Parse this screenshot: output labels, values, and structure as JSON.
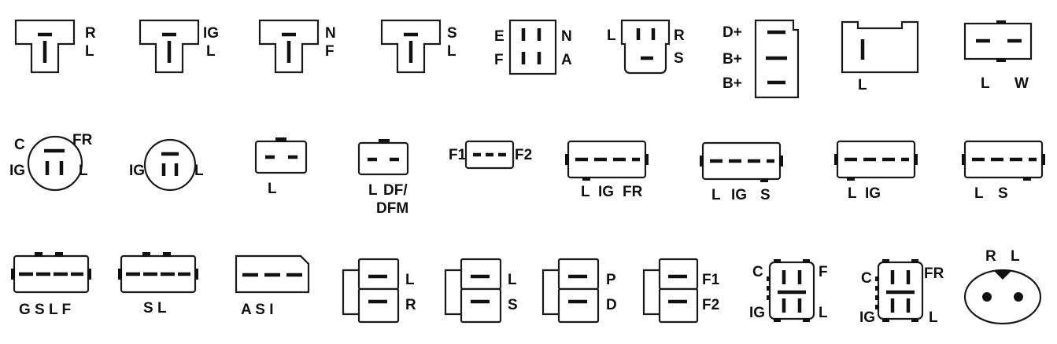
{
  "connectors": [
    {
      "id": "t-r-l",
      "labels": [
        "R",
        "L"
      ]
    },
    {
      "id": "t-ig-l",
      "labels": [
        "IG",
        "L"
      ]
    },
    {
      "id": "t-n-f",
      "labels": [
        "N",
        "F"
      ]
    },
    {
      "id": "t-s-l",
      "labels": [
        "S",
        "L"
      ]
    },
    {
      "id": "e-n-f-a",
      "labels": [
        "E",
        "N",
        "F",
        "A"
      ]
    },
    {
      "id": "l-r-s",
      "labels": [
        "L",
        "R",
        "S"
      ]
    },
    {
      "id": "d-b-b",
      "labels": [
        "D+",
        "B+",
        "B+"
      ]
    },
    {
      "id": "single-l",
      "labels": [
        "L"
      ]
    },
    {
      "id": "l-w",
      "labels": [
        "L",
        "W"
      ]
    },
    {
      "id": "round-c-fr-ig-l",
      "labels": [
        "C",
        "FR",
        "IG",
        "L"
      ]
    },
    {
      "id": "round-ig-l",
      "labels": [
        "IG",
        "L"
      ]
    },
    {
      "id": "two-pin-l",
      "labels": [
        "L"
      ]
    },
    {
      "id": "two-pin-l-df",
      "labels": [
        "L",
        "DF/",
        "DFM"
      ]
    },
    {
      "id": "f1-f2",
      "labels": [
        "F1",
        "F2"
      ]
    },
    {
      "id": "l-ig-fr",
      "labels": [
        "L",
        "IG",
        "FR"
      ]
    },
    {
      "id": "l-ig-s",
      "labels": [
        "L",
        "IG",
        "S"
      ]
    },
    {
      "id": "l-ig",
      "labels": [
        "L",
        "IG"
      ]
    },
    {
      "id": "l-s",
      "labels": [
        "L",
        "S"
      ]
    },
    {
      "id": "g-s-l-f",
      "labels": [
        "G S L F"
      ]
    },
    {
      "id": "s-l",
      "labels": [
        "S L"
      ]
    },
    {
      "id": "a-s-i",
      "labels": [
        "A S I"
      ]
    },
    {
      "id": "stack-l-r",
      "labels": [
        "L",
        "R"
      ]
    },
    {
      "id": "stack-l-s",
      "labels": [
        "L",
        "S"
      ]
    },
    {
      "id": "stack-p-d",
      "labels": [
        "P",
        "D"
      ]
    },
    {
      "id": "stack-f1-f2",
      "labels": [
        "F1",
        "F2"
      ]
    },
    {
      "id": "sq-c-f-ig-l",
      "labels": [
        "C",
        "F",
        "IG",
        "L"
      ]
    },
    {
      "id": "sq-c-fr-ig-l",
      "labels": [
        "C",
        "FR",
        "IG",
        "L"
      ]
    },
    {
      "id": "oval-r-l",
      "labels": [
        "R",
        "L"
      ]
    }
  ]
}
